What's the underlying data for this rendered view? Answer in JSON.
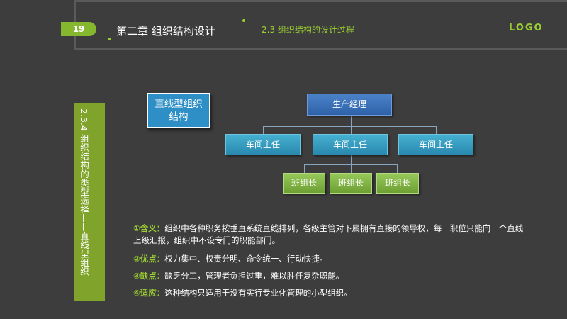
{
  "header": {
    "page_number": "19",
    "chapter_title": "第二章  组织结构设计",
    "section_title": "2.3 组织结构的设计过程",
    "logo": "LOGO"
  },
  "sidebar": {
    "text": "2.3.4  组织结构的类型选择——直线型组织"
  },
  "chart": {
    "title": "直线型组织结构",
    "title_lines": [
      "直线型组织",
      "结构"
    ],
    "top": "生产经理",
    "middle": [
      "车间主任",
      "车间主任",
      "车间主任"
    ],
    "bottom": [
      "班组长",
      "班组长",
      "班组长"
    ]
  },
  "points": [
    {
      "label": "①含义：",
      "text": "组织中各种职务按垂直系统直线排列，各级主管对下属拥有直接的领导权，每一职位只能向一个直线上级汇报，组织中不设专门的职能部门。"
    },
    {
      "label": "②优点：",
      "text": "权力集中、权责分明、命令统一、行动快捷。"
    },
    {
      "label": "③缺点：",
      "text": "缺乏分工，管理者负担过重，难以胜任复杂职能。"
    },
    {
      "label": "④适应：",
      "text": "这种结构只适用于没有实行专业化管理的小型组织。"
    }
  ],
  "colors": {
    "background": "#3d3d3d",
    "accent_green": "#9acd32",
    "sidebar_green": "#7fa32b",
    "node_blue": "#2f62a8",
    "node_cyan": "#2a88ae",
    "node_green": "#6e9f33"
  }
}
